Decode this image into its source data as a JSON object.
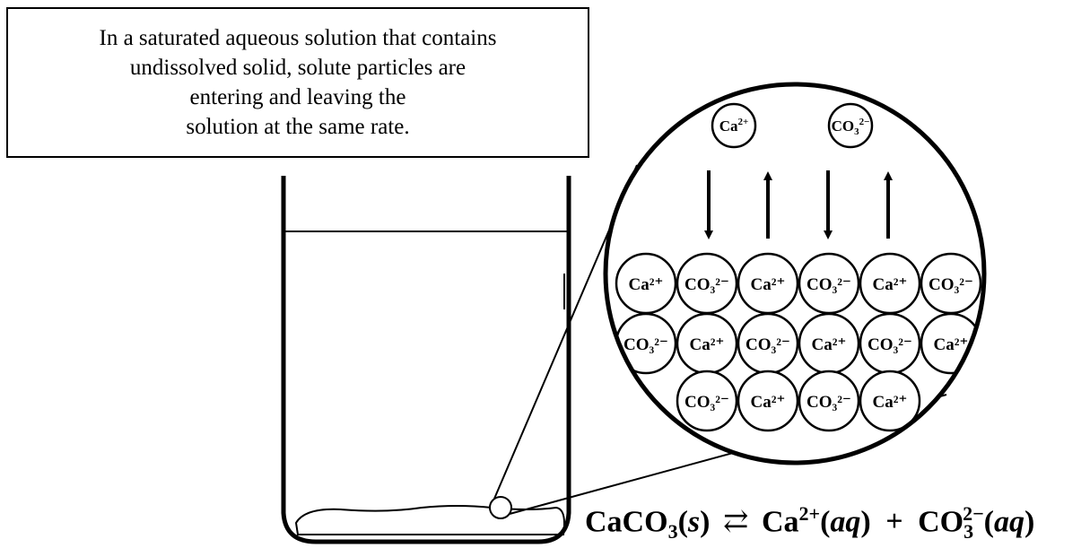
{
  "callout": {
    "lines": [
      "In a saturated aqueous solution that contains",
      "undissolved solid, solute particles are",
      "entering and leaving the",
      "solution at the same rate."
    ]
  },
  "free_ions": [
    {
      "base": "Ca",
      "sub": "",
      "sup": "2+"
    },
    {
      "base": "CO",
      "sub": "3",
      "sup": "2−"
    }
  ],
  "lattice": {
    "rows": [
      [
        "Ca²⁺",
        "CO₃²⁻",
        "Ca²⁺",
        "CO₃²⁻",
        "Ca²⁺",
        "CO₃²⁻"
      ],
      [
        "CO₃²⁻",
        "Ca²⁺",
        "CO₃²⁻",
        "Ca²⁺",
        "CO₃²⁻",
        "Ca²⁺"
      ],
      [
        "CO₃²⁻",
        "Ca²⁺",
        "CO₃²⁻",
        "Ca²⁺"
      ]
    ]
  },
  "equation": {
    "reactant": "CaCO",
    "reactant_sub": "3",
    "reactant_phase": "(s)",
    "arrow": "⇄",
    "product1": "Ca",
    "product1_sup": "2+",
    "product1_phase": "(aq)",
    "plus": "+",
    "product2": "CO",
    "product2_sub": "3",
    "product2_sup": "2−",
    "product2_phase": "(aq)"
  }
}
